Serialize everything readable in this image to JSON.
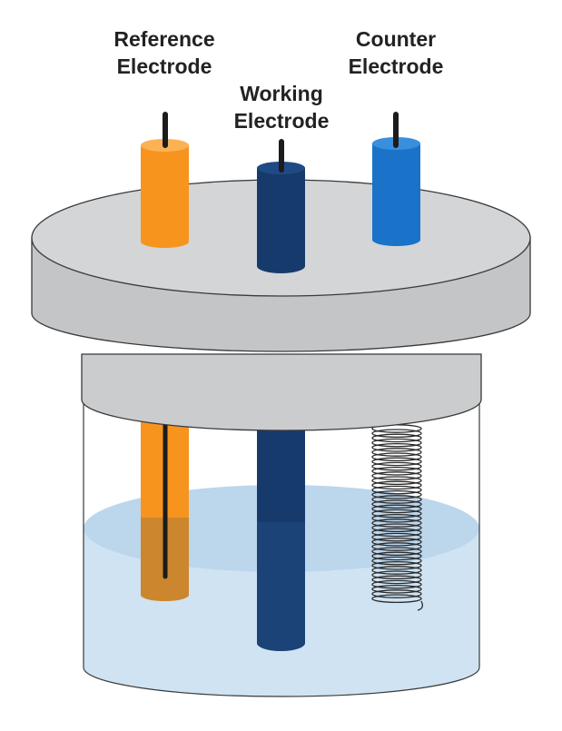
{
  "labels": {
    "reference": {
      "line1": "Reference",
      "line2": "Electrode"
    },
    "working": {
      "line1": "Working",
      "line2": "Electrode"
    },
    "counter": {
      "line1": "Counter",
      "line2": "Electrode"
    }
  },
  "colors": {
    "reference_electrode": "#f7941e",
    "working_electrode": "#163a6b",
    "counter_electrode": "#1a73c9",
    "cap": "#d1d2d4",
    "solution": "#cfe3f2",
    "wire": "#1c1c1c"
  }
}
